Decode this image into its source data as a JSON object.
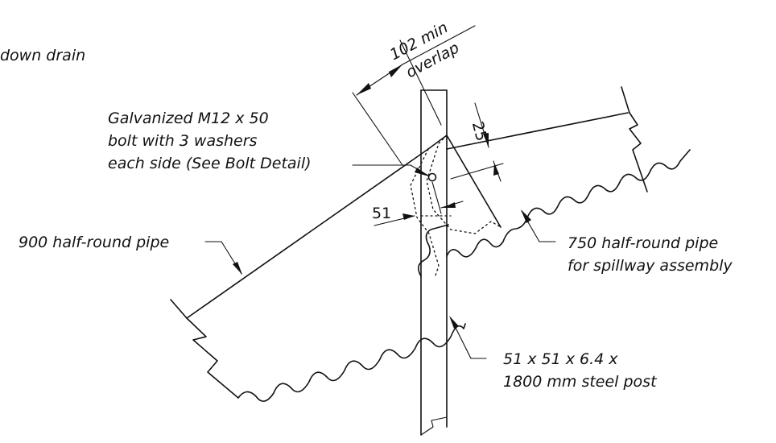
{
  "labels": {
    "top_left_fragment": "down drain",
    "dimension_top_line1": "102 min",
    "dimension_top_line2": "overlap",
    "bolt_line1": "Galvanized M12 x 50",
    "bolt_line2": "bolt with 3 washers",
    "bolt_line3": "each side (See Bolt Detail)",
    "dimension_25": "25",
    "dimension_51": "51",
    "pipe_900": "900 half-round pipe",
    "pipe_750_line1": "750 half-round pipe",
    "pipe_750_line2": "for spillway assembly",
    "post_line1": "51 x 51 x 6.4 x",
    "post_line2": "1800 mm steel post"
  },
  "colors": {
    "ink": "#111111",
    "background": "#ffffff"
  }
}
